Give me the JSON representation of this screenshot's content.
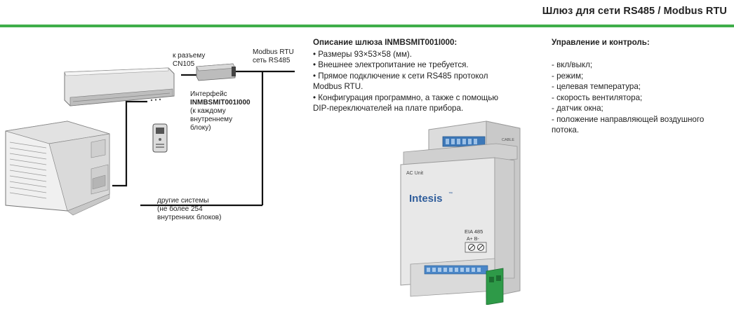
{
  "header": {
    "title": "Шлюз для сети RS485 / Modbus RTU",
    "accent_color": "#3fae49"
  },
  "diagram": {
    "label_cn105": [
      "к разъему",
      "CN105"
    ],
    "label_modbus": [
      "Modbus RTU",
      "сеть RS485"
    ],
    "label_interface": [
      "Интерфейс",
      "INMBSMIT001I000",
      "(к каждому",
      "внутреннему",
      "блоку)"
    ],
    "label_other": [
      "другие системы",
      "(не более 254",
      "внутренних блоков)"
    ],
    "icons": [
      "air-conditioner-indoor-icon",
      "outdoor-unit-icon",
      "remote-control-icon",
      "gateway-box-icon"
    ]
  },
  "description": {
    "title": "Описание шлюза INMBSMIT001I000:",
    "lines": [
      "• Размеры 93×53×58 (мм).",
      "• Внешнее электропитание не требуется.",
      "• Прямое подключение к сети RS485 протокол",
      "Modbus RTU.",
      "• Конфигурация программно, а также с помощью",
      "DIP-переключателей на плате прибора."
    ]
  },
  "control": {
    "title": "Управление и контроль:",
    "lines": [
      "- вкл/выкл;",
      "- режим;",
      "- целевая температура;",
      "- скорость вентилятора;",
      "- датчик окна;",
      "- положение направляющей воздушного",
      "потока."
    ]
  },
  "device": {
    "ac_unit_label": "AC Unit",
    "brand": "Intesis",
    "brand_tm": "™",
    "eia_label": "EIA 485",
    "terminal_label": "A+ B-",
    "cable_label": "CABLE"
  }
}
